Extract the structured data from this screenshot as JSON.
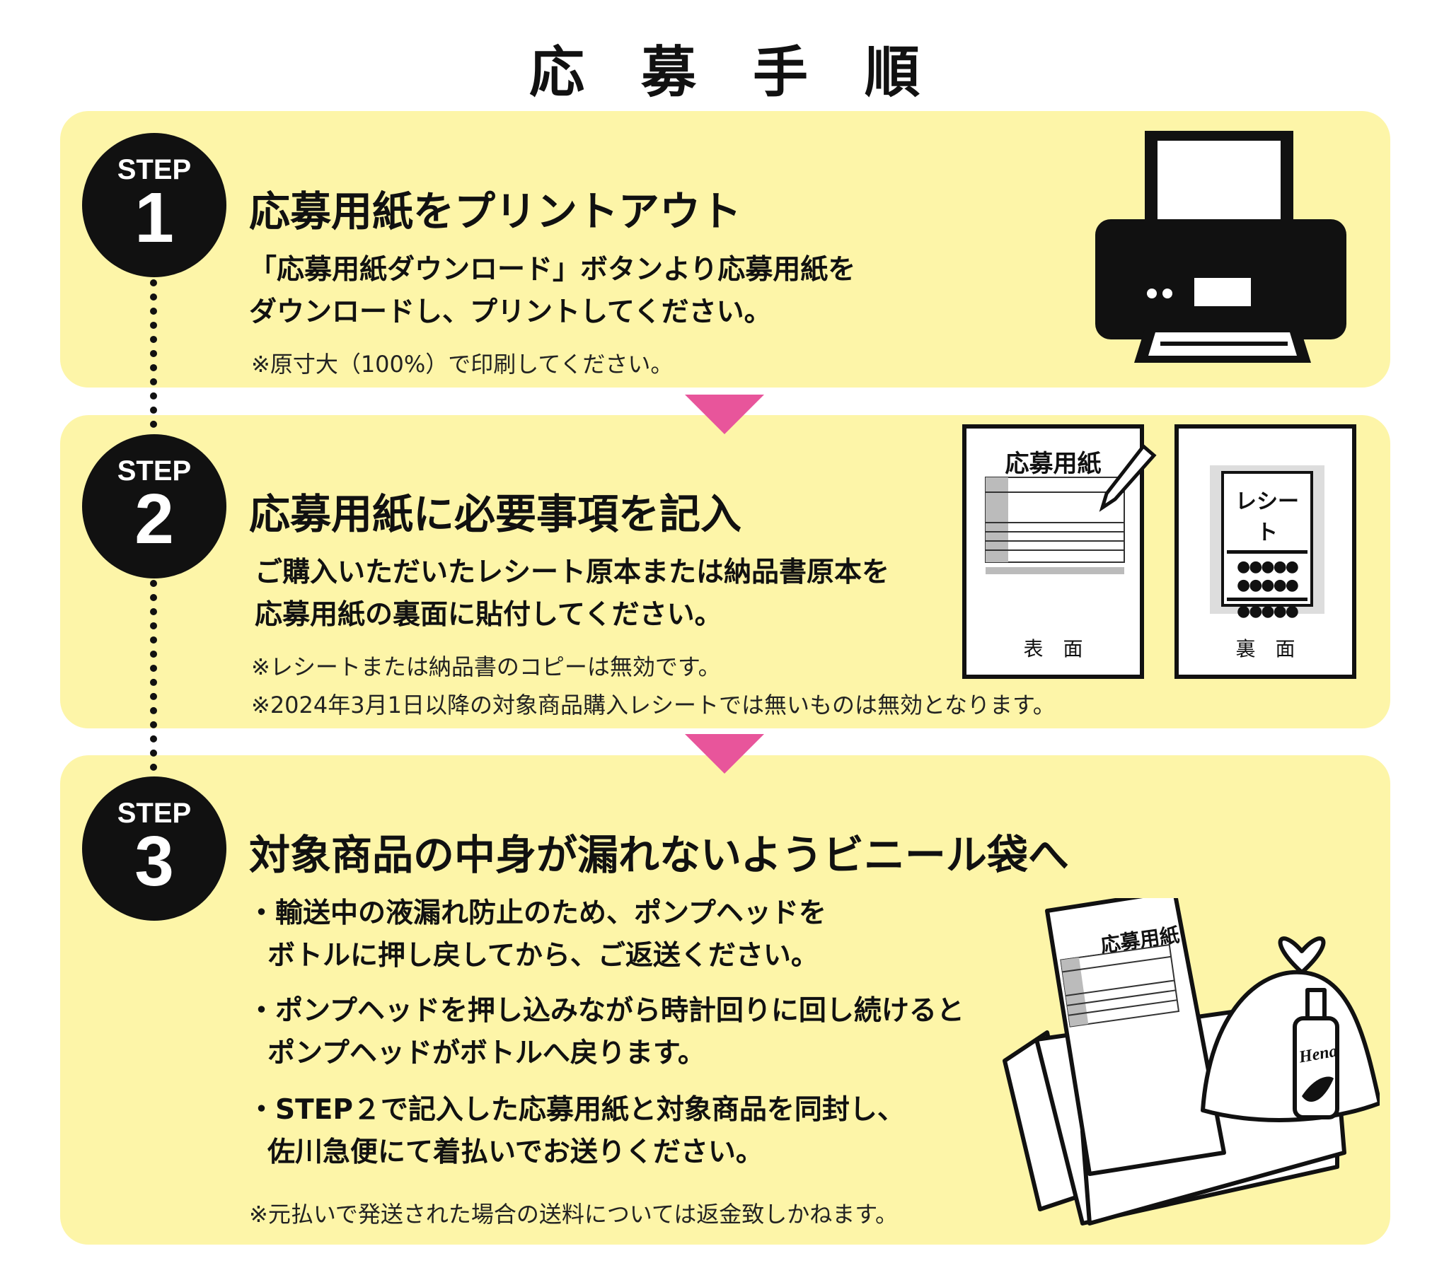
{
  "title": "応募手順",
  "steps": [
    {
      "label": "STEP",
      "num": "1",
      "heading": "応募用紙をプリントアウト",
      "body": [
        "「応募用紙ダウンロード」ボタンより応募用紙を",
        "ダウンロードし、プリントしてください。"
      ],
      "notes": [
        "※原寸大（100%）で印刷してください。"
      ]
    },
    {
      "label": "STEP",
      "num": "2",
      "heading": "応募用紙に必要事項を記入",
      "body": [
        "ご購入いただいたレシート原本または納品書原本を",
        "応募用紙の裏面に貼付してください。"
      ],
      "notes": [
        "※レシートまたは納品書のコピーは無効です。",
        "※2024年3月1日以降の対象商品購入レシートでは無いものは無効となります。"
      ],
      "illustration": {
        "front_title": "応募用紙",
        "front_label": "表　面",
        "receipt_title": "レシート",
        "back_label": "裏　面"
      }
    },
    {
      "label": "STEP",
      "num": "3",
      "heading": "対象商品の中身が漏れないようビニール袋へ",
      "bullets": [
        [
          "輸送中の液漏れ防止のため、ポンプヘッドを",
          "ボトルに押し戻してから、ご返送ください。"
        ],
        [
          "ポンプヘッドを押し込みながら時計回りに回し続けると",
          "ポンプヘッドがボトルへ戻ります。"
        ],
        [
          "STEP２で記入した応募用紙と対象商品を同封し、",
          "佐川急便にて着払いでお送りください。"
        ]
      ],
      "notes": [
        "※元払いで発送された場合の送料については返金致しかねます。"
      ],
      "illustration": {
        "form_title": "応募用紙",
        "bottle_brand": "Hena"
      }
    }
  ],
  "colors": {
    "card": "#fdf5a8",
    "arrow": "#e8559b"
  }
}
